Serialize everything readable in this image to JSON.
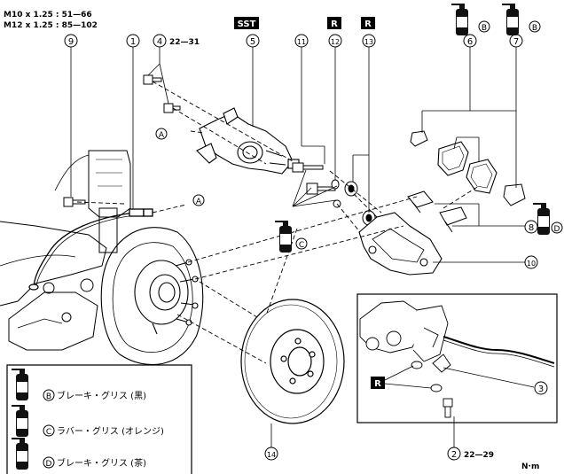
{
  "torque": {
    "m10": "M10 x 1.25 : 51—66",
    "m12": "M12 x 1.25 : 85—102",
    "part4": "22—31",
    "part2": "22—29",
    "units": "N·m"
  },
  "tags": {
    "sst": "SST",
    "replace": "R",
    "grease": "GREASE"
  },
  "refs": {
    "a": "A",
    "b": "B",
    "c": "C",
    "d": "D"
  },
  "parts": [
    "1",
    "2",
    "3",
    "4",
    "5",
    "6",
    "7",
    "8",
    "9",
    "10",
    "11",
    "12",
    "13",
    "14"
  ],
  "legend": {
    "b": "ブレーキ・グリス (黒)",
    "c": "ラバー・グリス (オレンジ)",
    "d": "ブレーキ・グリス (茶)"
  }
}
